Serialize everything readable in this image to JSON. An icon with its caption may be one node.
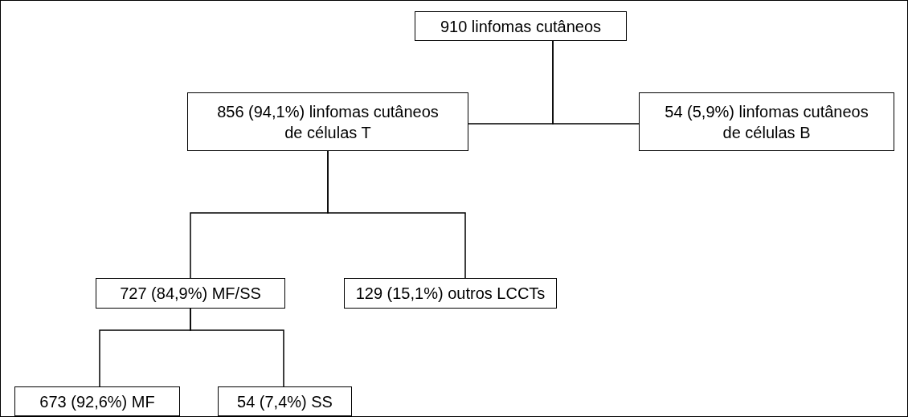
{
  "diagram": {
    "nodes": [
      {
        "text": [
          "910 linfomas cutâneos"
        ]
      },
      {
        "text": [
          "856 (94,1%) linfomas cutâneos de células T"
        ]
      },
      {
        "text": [
          "54 (5,9%) linfomas cutâneos de células B"
        ]
      },
      {
        "text": [
          "727 (84,9%) MF/SS"
        ]
      },
      {
        "text": [
          "129 (15,1%) outros LCCTs"
        ]
      },
      {
        "text": [
          "673 (92,6%) MF"
        ]
      },
      {
        "text": [
          "54 (7,4%) SS"
        ]
      }
    ],
    "edges": [
      {
        "from": 0,
        "to": 1,
        "arrow": "none"
      },
      {
        "from": 0,
        "to": 2,
        "arrow": "none"
      },
      {
        "from": 1,
        "to": 3,
        "arrow": "none"
      },
      {
        "from": 1,
        "to": 4,
        "arrow": "none"
      },
      {
        "from": 3,
        "to": 5,
        "arrow": "none"
      },
      {
        "from": 3,
        "to": 6,
        "arrow": "none"
      }
    ]
  }
}
